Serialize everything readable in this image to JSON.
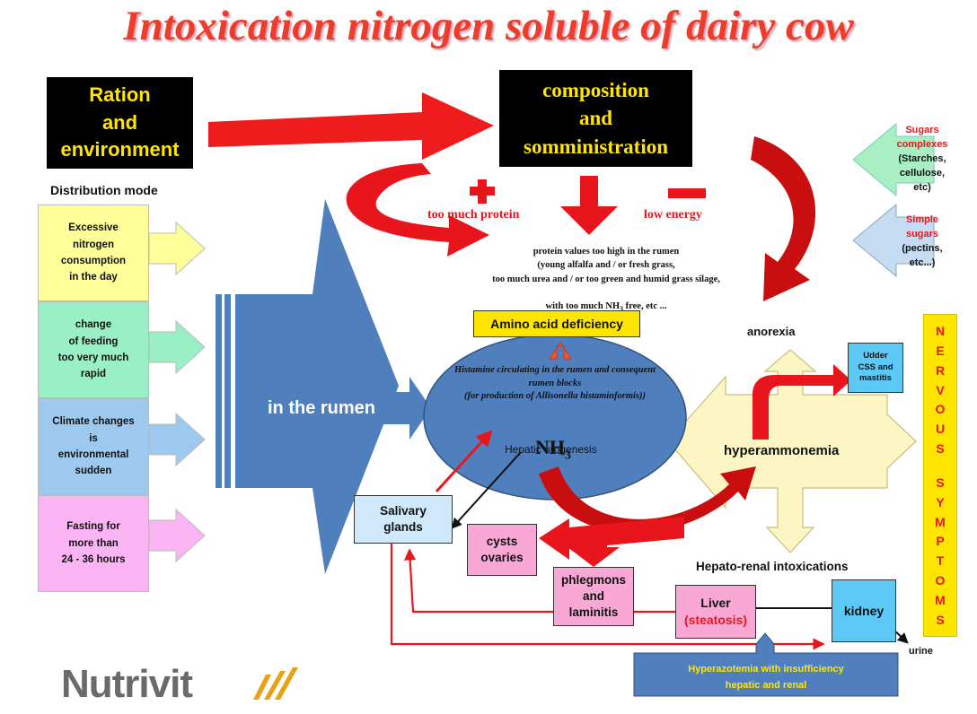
{
  "title": "Intoxication nitrogen soluble of dairy cow",
  "ration_box": "Ration\nand\nenvironment",
  "composition_box": "composition\nand\nsomministration",
  "distribution_mode": "Distribution mode",
  "modes": [
    {
      "text": "Excessive\nnitrogen\nconsumption\nin the day",
      "color": "#ffff9a"
    },
    {
      "text": "change\nof feeding\ntoo very much\nrapid",
      "color": "#99f0c7"
    },
    {
      "text": "Climate changes\nis\nenvironmental\nsudden",
      "color": "#9ec9ee"
    },
    {
      "text": "Fasting  for\nmore than\n24 - 36 hours",
      "color": "#fbb4f4"
    }
  ],
  "sugars_complexes": {
    "title": "Sugars\ncomplexes",
    "detail": "(Starches,\ncellulose,\netc)"
  },
  "simple_sugars": {
    "title": "Simple\nsugars",
    "detail": "(pectins,\netc...)"
  },
  "plus_sign": "+",
  "too_much_protein": "too much protein",
  "low_energy": "low energy",
  "protein_text": "protein values too high in the rumen\n(young alfalfa and / or fresh grass,\ntoo much urea and / or too green and humid grass silage,",
  "protein_text_last_prefix": "with too much NH",
  "protein_text_last_sub": "3",
  "protein_text_last_suffix": " free, etc ...",
  "in_the_rumen": "in the rumen",
  "amino_acid_deficiency": "Amino acid deficiency",
  "histamine_text": "Histamine circulating in the rumen and consequent\nrumen blocks\n(for production of Allisonella histaminformis))",
  "nh3_prefix": "NH",
  "nh3_sub": "3",
  "hepatic_urogenesis": "Hepatic urogenesis",
  "anorexia": "anorexia",
  "udder": "Udder\nCSS and\nmastitis",
  "hyperammonemia": "hyperammonemia",
  "nervous_symptoms": [
    "N",
    "E",
    "R",
    "V",
    "O",
    "U",
    "S",
    "",
    "S",
    "Y",
    "M",
    "P",
    "T",
    "O",
    "M",
    "S"
  ],
  "salivary_glands": "Salivary\nglands",
  "cysts_ovaries": "cysts\novaries",
  "phlegmons": "phlegmons\nand\nlaminitis",
  "hepato_renal": "Hepato-renal intoxications",
  "liver": "Liver",
  "steatosis": "(steatosis)",
  "kidney": "kidney",
  "urine": "urine",
  "hyperazotemia": "Hyperazotemia with insufficiency\nhepatic and renal",
  "logo": "Nutrivit",
  "colors": {
    "red": "#e8161c",
    "blue": "#4f7fbd",
    "yellow": "#ffe600",
    "cream": "#fbf6c4"
  }
}
